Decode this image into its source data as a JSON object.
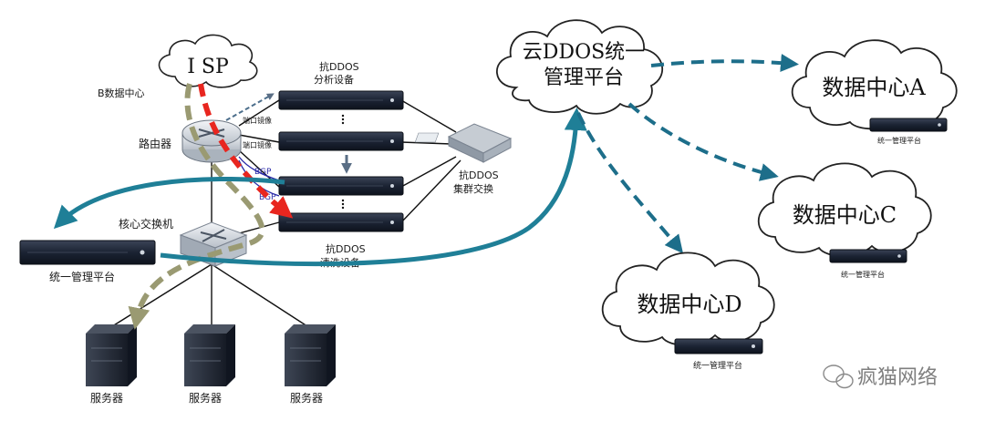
{
  "isp": "I SP",
  "b_datacenter": "B数据中心",
  "router": "路由器",
  "port_mirror_1": "端口镜像",
  "port_mirror_2": "端口镜像",
  "bgp_1": "BGP",
  "bgp_2": "BGP",
  "analysis_device": [
    "抗DDOS",
    "分析设备"
  ],
  "cluster_switch": [
    "抗DDOS",
    "集群交换"
  ],
  "cleaning_device": [
    "抗DDOS",
    "清洗设备"
  ],
  "core_switch": "核心交换机",
  "local_platform": "统一管理平台",
  "servers": [
    "服务器",
    "服务器",
    "服务器"
  ],
  "cloud_platform": [
    "云DDOS统一",
    "管理平台"
  ],
  "dc_a": {
    "title": "数据中心A",
    "device": "统一管理平台"
  },
  "dc_c": {
    "title": "数据中心C",
    "device": "统一管理平台"
  },
  "dc_d": {
    "title": "数据中心D",
    "device": "统一管理平台"
  },
  "watermark": "疯猫网络",
  "colors": {
    "teal": "#1f7f97",
    "dashed_blue": "#1d6e8a",
    "red": "#e8261f",
    "olive": "#9a9a72",
    "device": "#1b2333",
    "cloud_stroke": "#222222"
  }
}
